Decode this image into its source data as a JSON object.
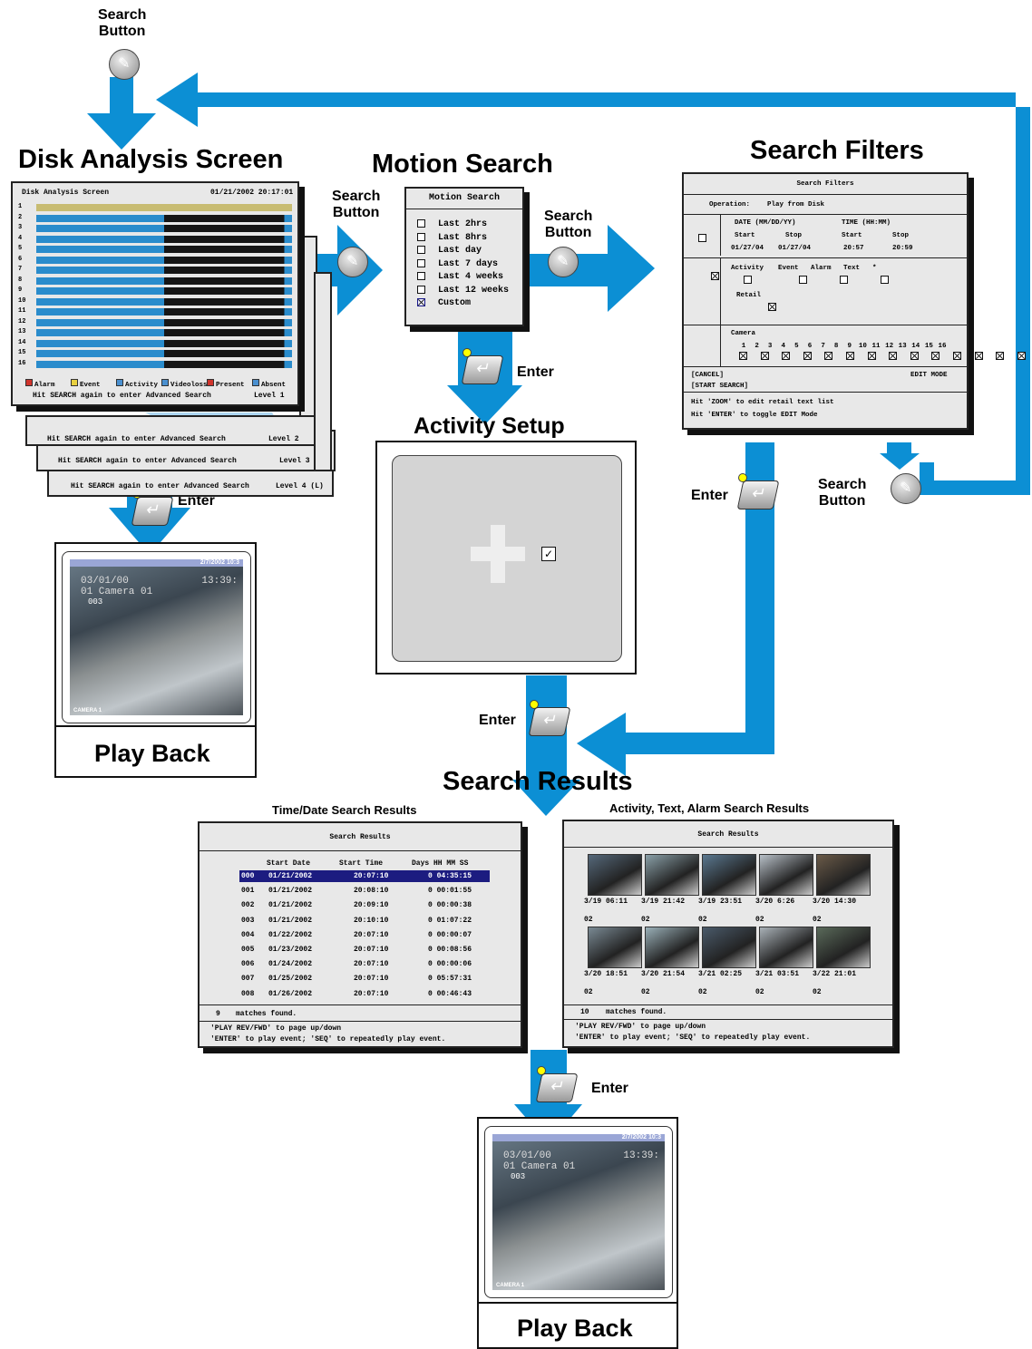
{
  "buttons": {
    "search": "Search\nButton",
    "enter": "Enter"
  },
  "titles": {
    "disk_analysis": "Disk Analysis Screen",
    "motion_search": "Motion Search",
    "search_filters": "Search Filters",
    "activity_setup": "Activity Setup",
    "search_results": "Search Results",
    "time_date_results": "Time/Date Search Results",
    "activity_results": "Activity, Text, Alarm Search Results",
    "playback": "Play Back"
  },
  "disk": {
    "title": "Disk Analysis Screen",
    "datetime": "01/21/2002 20:17:01",
    "rows": [
      "1",
      "2",
      "3",
      "4",
      "5",
      "6",
      "7",
      "8",
      "9",
      "10",
      "11",
      "12",
      "13",
      "14",
      "15",
      "16"
    ],
    "legend": [
      "Alarm",
      "Event",
      "Activity",
      "Videoloss",
      "Present",
      "Absent"
    ],
    "legend_colors": [
      "#d0342c",
      "#e8d040",
      "#4a90d0",
      "#4a90d0",
      "#d0342c",
      "#4a90d0"
    ],
    "hint": "Hit SEARCH again to enter Advanced Search",
    "levels": [
      "Level 1",
      "Level 2",
      "Level 3",
      "Level 4 (L)"
    ]
  },
  "motion": {
    "title": "Motion Search",
    "options": [
      {
        "label": "Last 2hrs",
        "checked": false
      },
      {
        "label": "Last 8hrs",
        "checked": false
      },
      {
        "label": "Last day",
        "checked": false
      },
      {
        "label": "Last 7 days",
        "checked": false
      },
      {
        "label": "Last 4 weeks",
        "checked": false
      },
      {
        "label": "Last 12 weeks",
        "checked": false
      },
      {
        "label": "Custom",
        "checked": true
      }
    ]
  },
  "filters": {
    "title": "Search Filters",
    "operation_label": "Operation:",
    "operation_value": "Play from Disk",
    "date_header": "DATE (MM/DD/YY)",
    "time_header": "TIME (HH:MM)",
    "start": "Start",
    "stop": "Stop",
    "date_start": "01/27/04",
    "date_stop": "01/27/04",
    "time_start": "20:57",
    "time_stop": "20:59",
    "types": [
      "Activity",
      "Event",
      "Alarm",
      "Text"
    ],
    "asterisk": "*",
    "retail": "Retail",
    "camera_label": "Camera",
    "cameras": [
      "1",
      "2",
      "3",
      "4",
      "5",
      "6",
      "7",
      "8",
      "9",
      "10",
      "11",
      "12",
      "13",
      "14",
      "15",
      "16"
    ],
    "cancel": "[CANCEL]",
    "edit_mode": "EDIT MODE",
    "start_search": "[START SEARCH]",
    "hint1": "Hit 'ZOOM' to edit retail text list",
    "hint2": "Hit 'ENTER' to toggle EDIT Mode"
  },
  "time_results": {
    "title": "Search Results",
    "headers": [
      "Start Date",
      "Start Time",
      "Days HH MM SS"
    ],
    "rows": [
      [
        "000",
        "01/21/2002",
        "20:07:10",
        "0 04:35:15"
      ],
      [
        "001",
        "01/21/2002",
        "20:08:10",
        "0 00:01:55"
      ],
      [
        "002",
        "01/21/2002",
        "20:09:10",
        "0 00:00:38"
      ],
      [
        "003",
        "01/21/2002",
        "20:10:10",
        "0 01:07:22"
      ],
      [
        "004",
        "01/22/2002",
        "20:07:10",
        "0 00:00:07"
      ],
      [
        "005",
        "01/23/2002",
        "20:07:10",
        "0 00:08:56"
      ],
      [
        "006",
        "01/24/2002",
        "20:07:10",
        "0 00:00:06"
      ],
      [
        "007",
        "01/25/2002",
        "20:07:10",
        "0 05:57:31"
      ],
      [
        "008",
        "01/26/2002",
        "20:07:10",
        "0 00:46:43"
      ]
    ],
    "matches_count": "9",
    "matches_text": "matches found.",
    "hint1": "'PLAY REV/FWD' to page up/down",
    "hint2": "'ENTER' to play event; 'SEQ' to repeatedly play event."
  },
  "activity_results": {
    "title": "Search Results",
    "thumbs": [
      {
        "time": "3/19 06:11",
        "cam": "02"
      },
      {
        "time": "3/19 21:42",
        "cam": "02"
      },
      {
        "time": "3/19 23:51",
        "cam": "02"
      },
      {
        "time": "3/20 6:26",
        "cam": "02"
      },
      {
        "time": "3/20 14:30",
        "cam": "02"
      },
      {
        "time": "3/20 18:51",
        "cam": "02"
      },
      {
        "time": "3/20 21:54",
        "cam": "02"
      },
      {
        "time": "3/21 02:25",
        "cam": "02"
      },
      {
        "time": "3/21 03:51",
        "cam": "02"
      },
      {
        "time": "3/22 21:01",
        "cam": "02"
      }
    ],
    "matches_count": "10",
    "matches_text": "matches found.",
    "hint1": "'PLAY REV/FWD' to page up/down",
    "hint2": "'ENTER' to play event; 'SEQ' to repeatedly play event."
  },
  "playback": {
    "timestamp": "2/7/2002 10:3",
    "osd_date": "03/01/00",
    "osd_time": "13:39:",
    "osd_camera": "01 Camera 01",
    "osd_code": "003",
    "camera_label": "CAMERA 1"
  }
}
